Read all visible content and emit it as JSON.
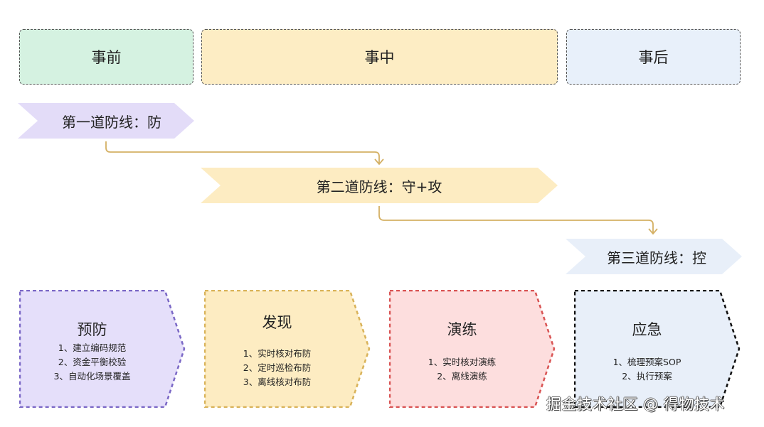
{
  "phases": [
    {
      "label": "事前",
      "bg": "#d5f2e1"
    },
    {
      "label": "事中",
      "bg": "#fdedc4"
    },
    {
      "label": "事后",
      "bg": "#e8f0fa"
    }
  ],
  "defense_lines": [
    {
      "label": "第一道防线：防",
      "bg": "#e3dcf8"
    },
    {
      "label": "第二道防线：守+攻",
      "bg": "#fdecc2"
    },
    {
      "label": "第三道防线：控",
      "bg": "#e8eff9"
    }
  ],
  "connector_color": "#d4b064",
  "cards": [
    {
      "title": "预防",
      "bg": "#e5dffa",
      "border": "#7b68c6",
      "items": [
        "1、建立编码规范",
        "2、资金平衡校验",
        "3、自动化场景覆盖"
      ]
    },
    {
      "title": "发现",
      "bg": "#fdecc2",
      "border": "#d9b35a",
      "items": [
        "1、实时核对布防",
        "2、定时巡检布防",
        "3、离线核对布防"
      ]
    },
    {
      "title": "演练",
      "bg": "#fddede",
      "border": "#d95454",
      "items": [
        "1、实时核对演练",
        "2、离线演练"
      ]
    },
    {
      "title": "应急",
      "bg": "#e8eff9",
      "border": "#111111",
      "items": [
        "1、梳理预案SOP",
        "2、执行预案"
      ]
    }
  ],
  "watermark": "掘金技术社区 @ 得物技术"
}
